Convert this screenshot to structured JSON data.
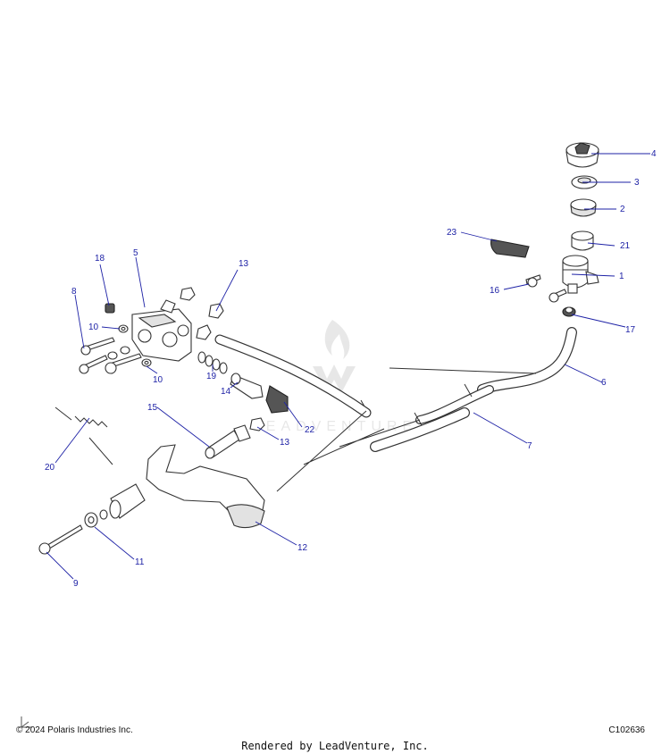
{
  "callouts": {
    "c1": "1",
    "c2": "2",
    "c3": "3",
    "c4": "4",
    "c5": "5",
    "c6": "6",
    "c7": "7",
    "c8": "8",
    "c9": "9",
    "c10a": "10",
    "c10b": "10",
    "c11": "11",
    "c12": "12",
    "c13a": "13",
    "c13b": "13",
    "c14": "14",
    "c15": "15",
    "c16": "16",
    "c17": "17",
    "c18": "18",
    "c19": "19",
    "c20": "20",
    "c21": "21",
    "c22": "22",
    "c23": "23"
  },
  "footer": {
    "copyright": "© 2024 Polaris Industries Inc.",
    "figure_id": "C102636",
    "rendered_by": "Rendered by LeadVenture, Inc."
  },
  "watermark": {
    "text": "LEADVENTURE"
  },
  "colors": {
    "callout": "#1e22a6",
    "line": "#333333"
  }
}
